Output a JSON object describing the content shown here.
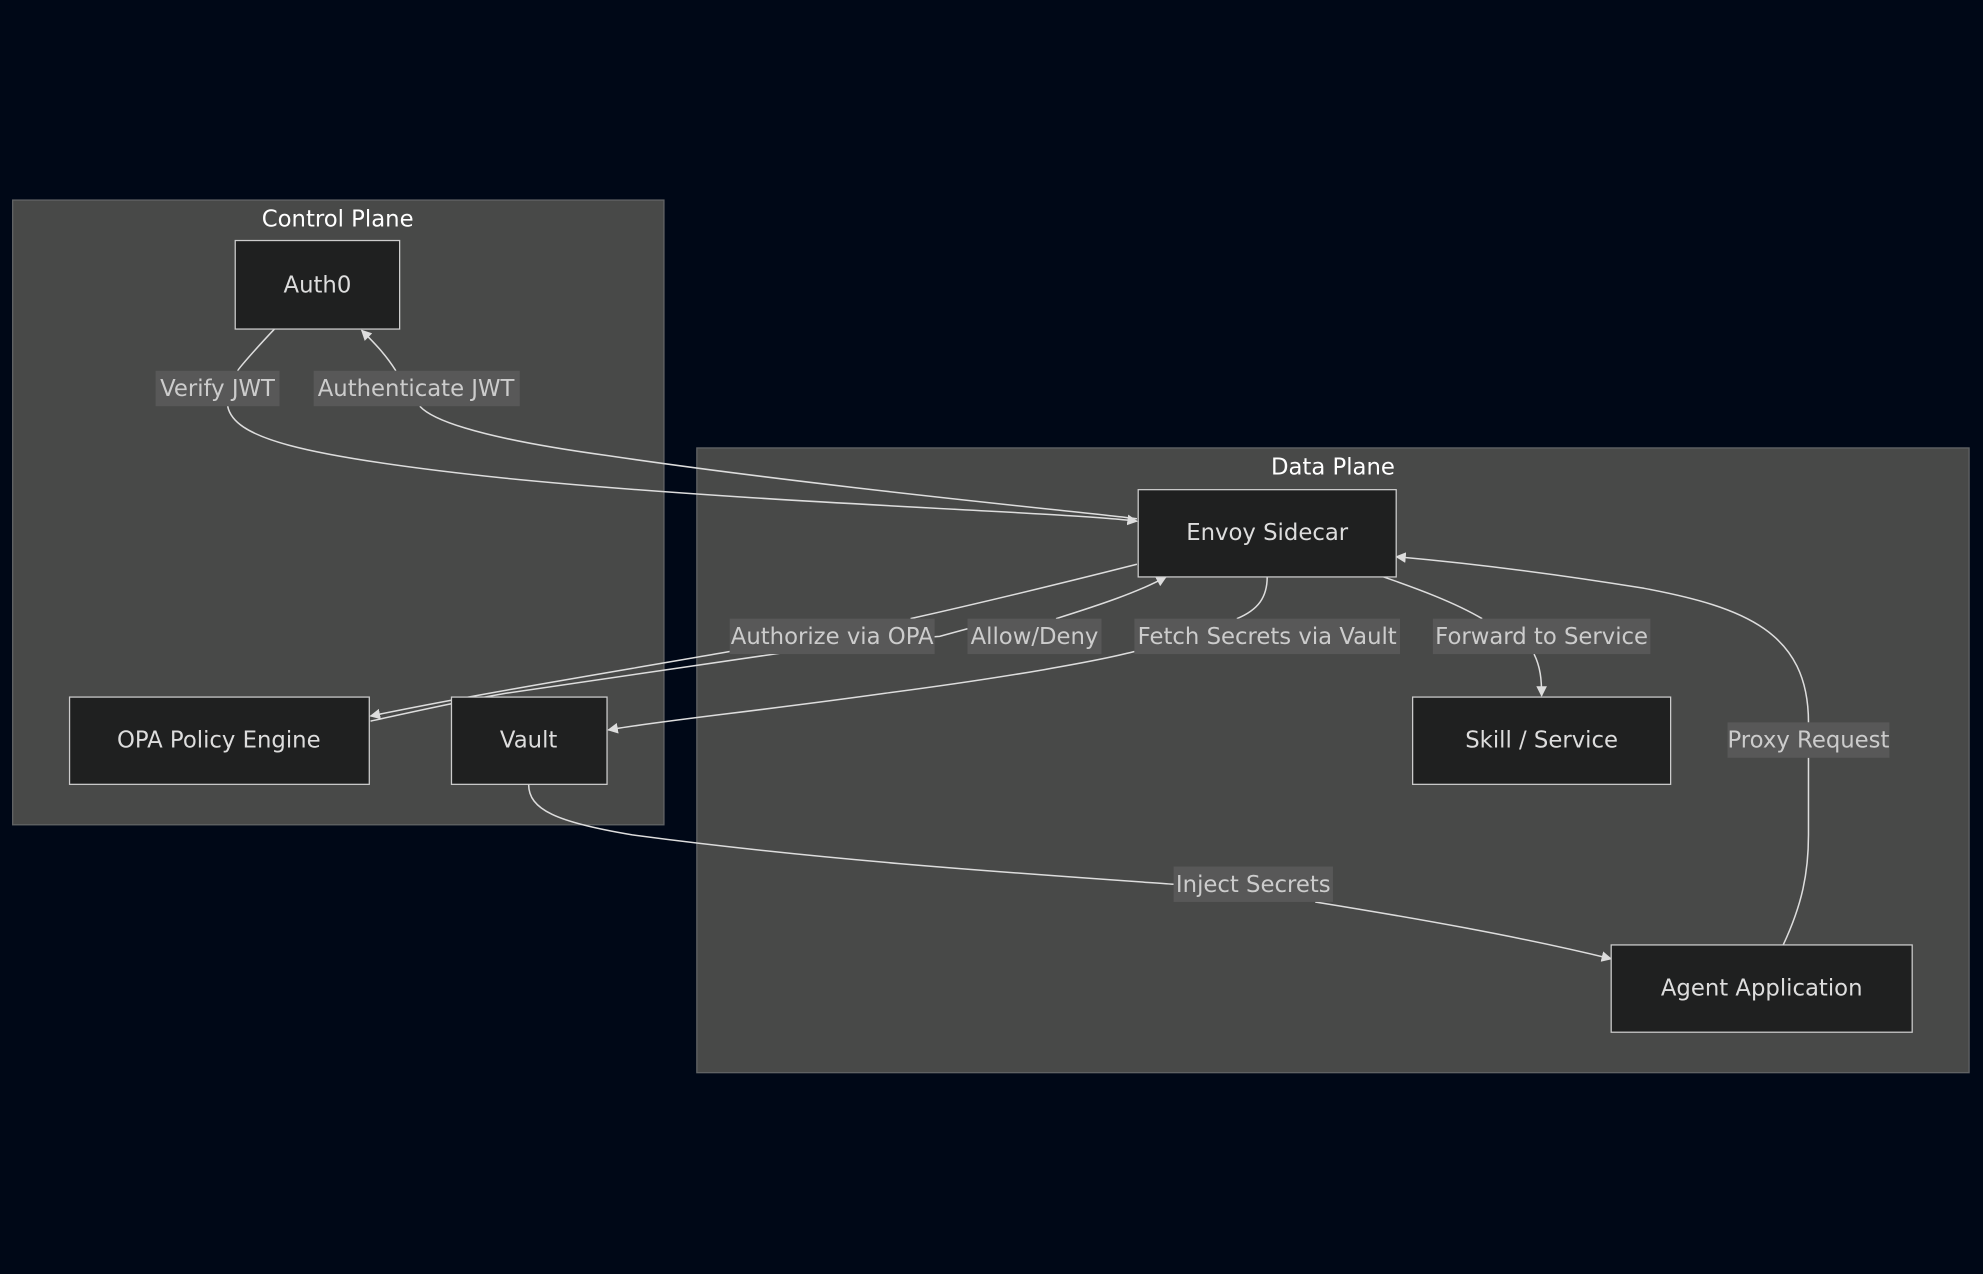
{
  "diagram": {
    "type": "flowchart",
    "colors": {
      "background": "#000817",
      "cluster_fill": "#484948",
      "node_fill": "#1f2020",
      "node_stroke": "#cccccc",
      "edge": "#dddddd",
      "label_bg": "#585858"
    },
    "clusters": [
      {
        "id": "control",
        "title": "Control Plane"
      },
      {
        "id": "data",
        "title": "Data Plane"
      }
    ],
    "nodes": [
      {
        "id": "auth0",
        "label": "Auth0",
        "cluster": "control"
      },
      {
        "id": "opa",
        "label": "OPA Policy Engine",
        "cluster": "control"
      },
      {
        "id": "vault",
        "label": "Vault",
        "cluster": "control"
      },
      {
        "id": "envoy",
        "label": "Envoy Sidecar",
        "cluster": "data"
      },
      {
        "id": "skill",
        "label": "Skill / Service",
        "cluster": "data"
      },
      {
        "id": "agent",
        "label": "Agent Application",
        "cluster": "data"
      }
    ],
    "edges": [
      {
        "from": "auth0",
        "to": "envoy",
        "label": "Verify JWT"
      },
      {
        "from": "envoy",
        "to": "auth0",
        "label": "Authenticate JWT"
      },
      {
        "from": "envoy",
        "to": "opa",
        "label": "Authorize via OPA"
      },
      {
        "from": "opa",
        "to": "envoy",
        "label": "Allow/Deny"
      },
      {
        "from": "envoy",
        "to": "vault",
        "label": "Fetch Secrets via Vault"
      },
      {
        "from": "envoy",
        "to": "skill",
        "label": "Forward to Service"
      },
      {
        "from": "agent",
        "to": "envoy",
        "label": "Proxy Request"
      },
      {
        "from": "vault",
        "to": "agent",
        "label": "Inject Secrets"
      }
    ]
  }
}
